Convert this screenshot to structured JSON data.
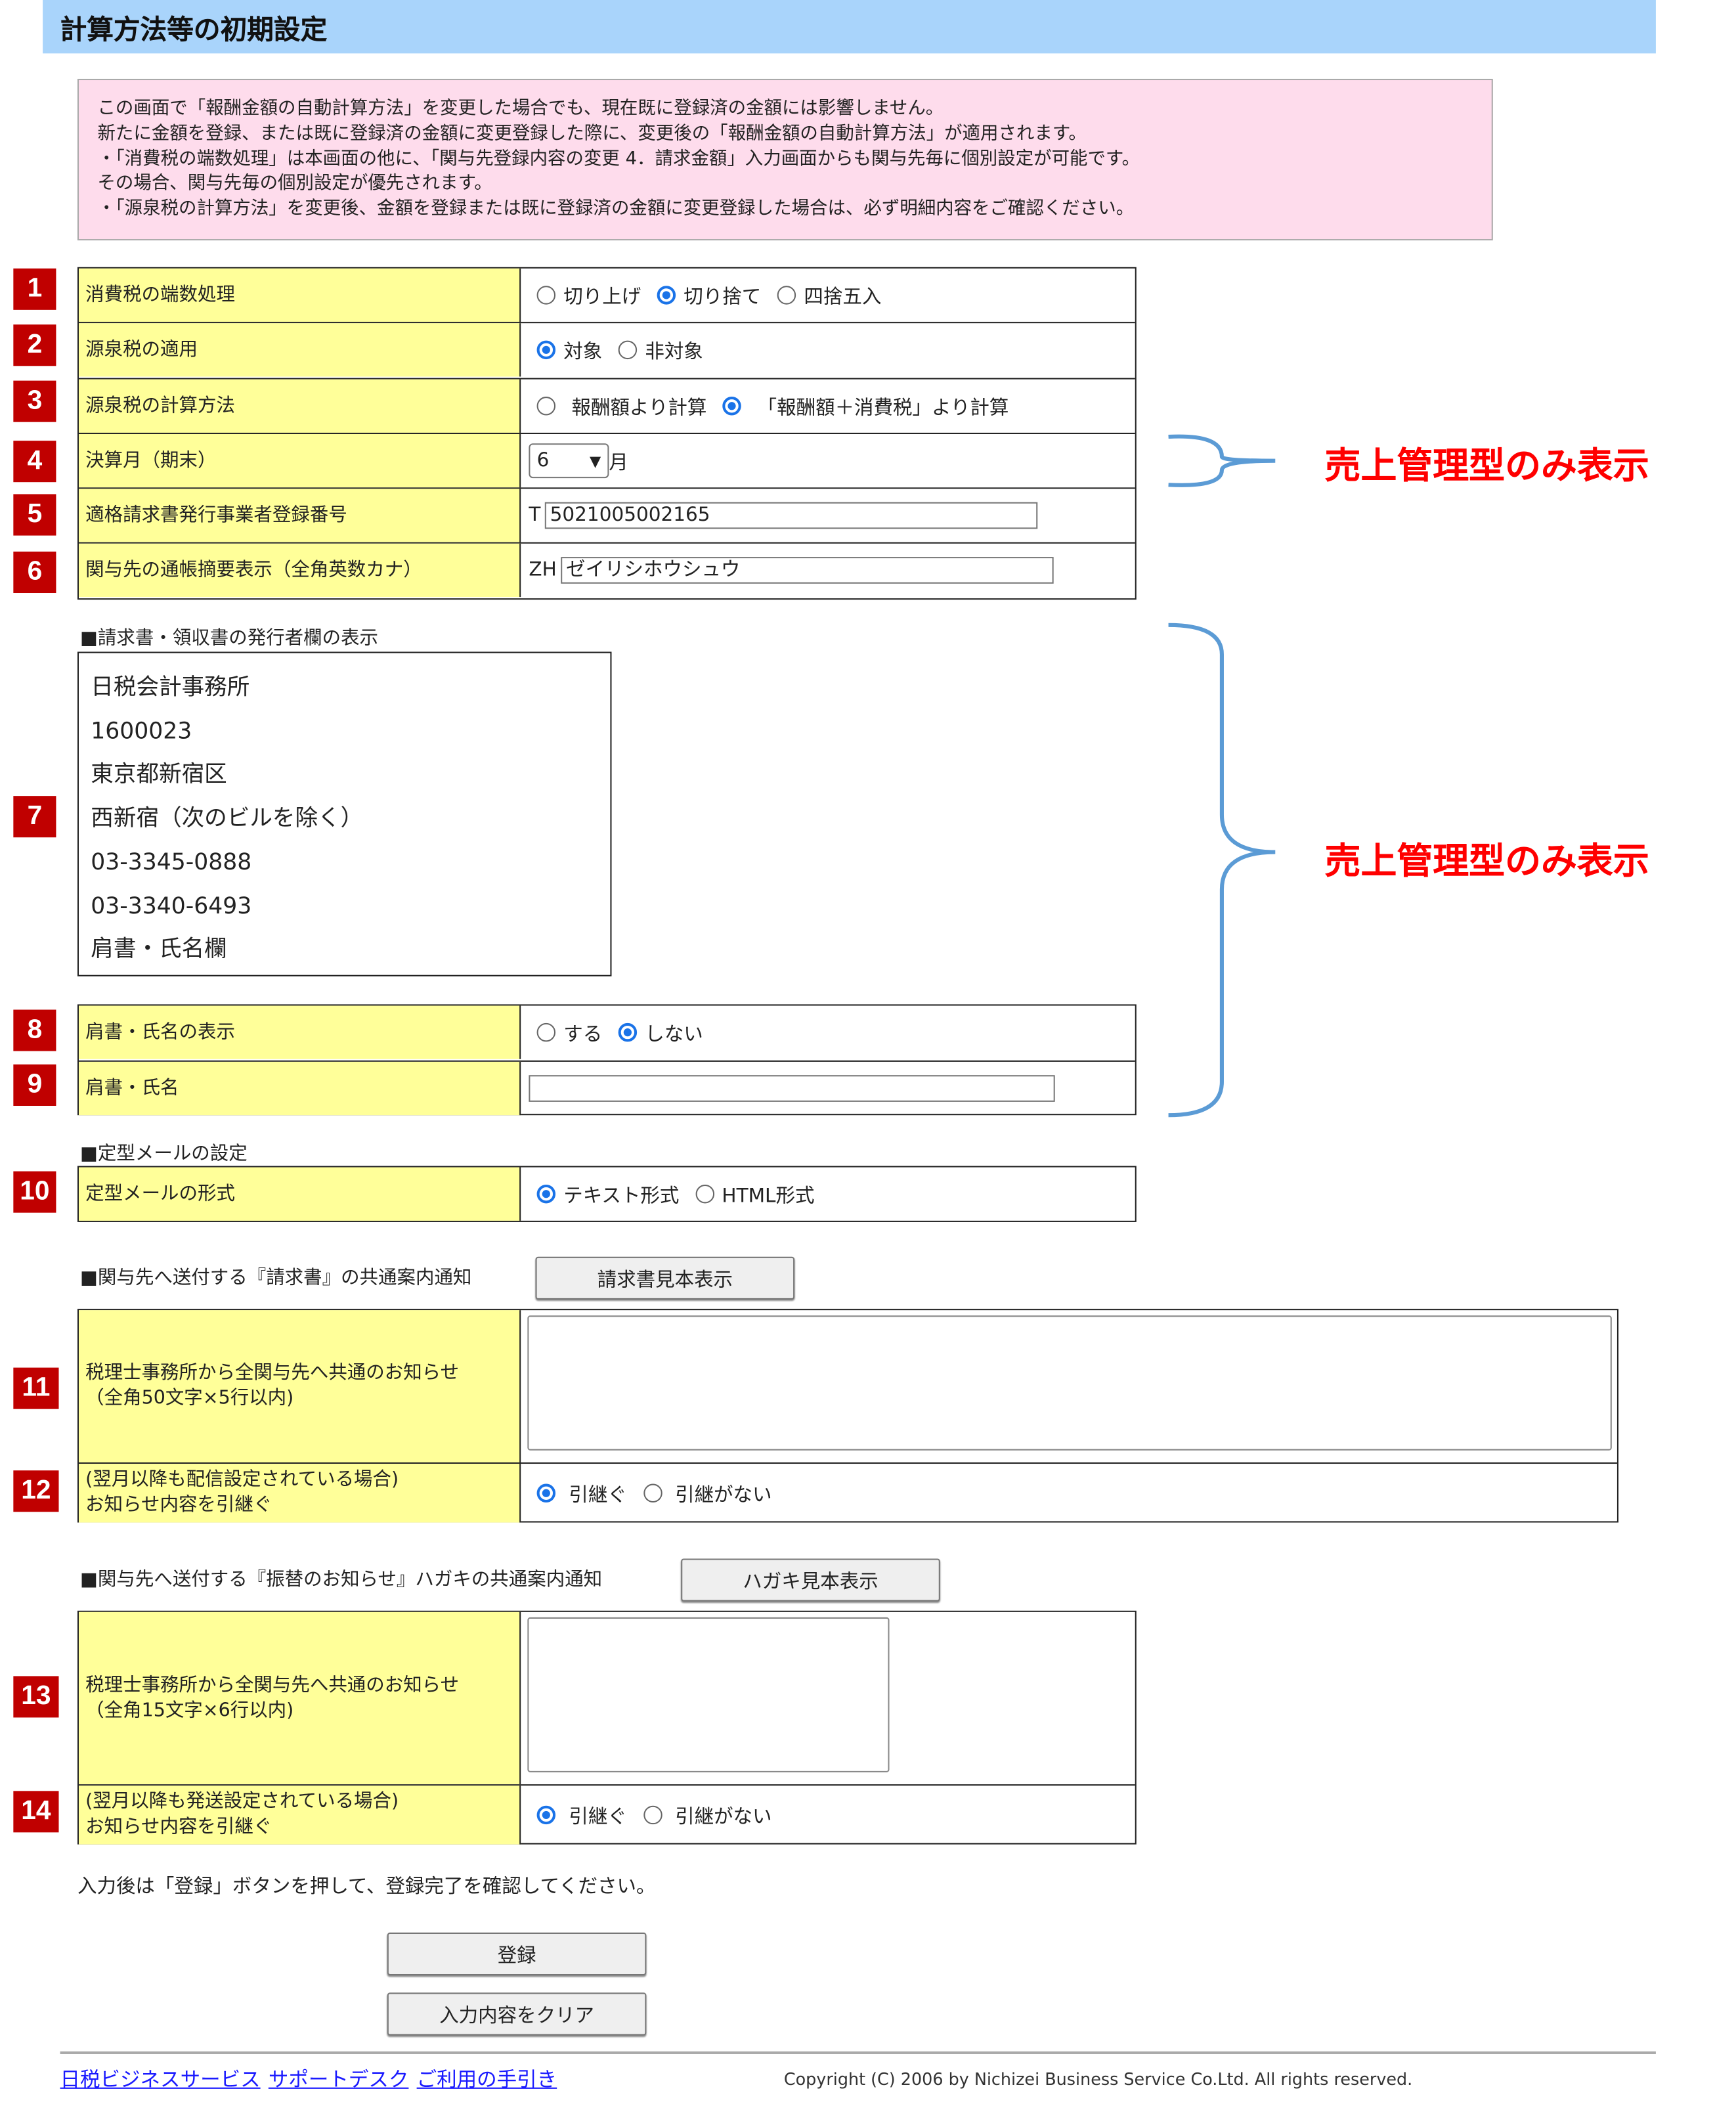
{
  "header": {
    "title": "計算方法等の初期設定"
  },
  "notice": {
    "lines": [
      "この画面で「報酬金額の自動計算方法」を変更した場合でも、現在既に登録済の金額には影響しません。",
      "新たに金額を登録、または既に登録済の金額に変更登録した際に、変更後の「報酬金額の自動計算方法」が適用されます。",
      "・「消費税の端数処理」は本画面の他に、「関与先登録内容の変更 4．請求金額」入力画面からも関与先毎に個別設定が可能です。",
      "その場合、関与先毎の個別設定が優先されます。",
      "・「源泉税の計算方法」を変更後、金額を登録または既に登録済の金額に変更登録した場合は、必ず明細内容をご確認ください。"
    ]
  },
  "badges": [
    "1",
    "2",
    "3",
    "4",
    "5",
    "6",
    "7",
    "8",
    "9",
    "10",
    "11",
    "12",
    "13",
    "14"
  ],
  "settings": {
    "rounding": {
      "label": "消費税の端数処理",
      "options": [
        "切り上げ",
        "切り捨て",
        "四捨五入"
      ],
      "selected": "切り捨て"
    },
    "withholding": {
      "label": "源泉税の適用",
      "options": [
        "対象",
        "非対象"
      ],
      "selected": "対象"
    },
    "withholding_calc": {
      "label": "源泉税の計算方法",
      "options": [
        "報酬額より計算",
        "「報酬額＋消費税」より計算"
      ],
      "selected": "「報酬額＋消費税」より計算"
    },
    "fiscal_month": {
      "label": "決算月（期末）",
      "value": "6",
      "suffix": "月"
    },
    "invoice_no": {
      "label": "適格請求書発行事業者登録番号",
      "prefix": "T",
      "value": "5021005002165"
    },
    "passbook": {
      "label": "関与先の通帳摘要表示（全角英数カナ）",
      "prefix": "ZH",
      "value": "ゼイリシホウシュウ"
    }
  },
  "annotations": {
    "sales_only": "売上管理型のみ表示"
  },
  "issuer": {
    "heading": "■請求書・領収書の発行者欄の表示",
    "lines": [
      "日税会計事務所",
      "1600023",
      "東京都新宿区",
      "西新宿（次のビルを除く）",
      "03-3345-0888",
      "03-3340-6493",
      "肩書・氏名欄"
    ]
  },
  "title_display": {
    "label": "肩書・氏名の表示",
    "options": [
      "する",
      "しない"
    ],
    "selected": "しない"
  },
  "title_name": {
    "label": "肩書・氏名",
    "value": ""
  },
  "mail": {
    "heading": "■定型メールの設定",
    "label": "定型メールの形式",
    "options": [
      "テキスト形式",
      "HTML形式"
    ],
    "selected": "テキスト形式"
  },
  "invoice_notice": {
    "heading": "■関与先へ送付する『請求書』の共通案内通知",
    "button": "請求書見本表示",
    "label1": "税理士事務所から全関与先へ共通のお知らせ",
    "label2": "（全角50文字×5行以内)",
    "value": "",
    "carry_label1": "(翌月以降も配信設定されている場合)",
    "carry_label2": "お知らせ内容を引継ぐ",
    "options": [
      "引継ぐ",
      "引継がない"
    ],
    "selected": "引継ぐ"
  },
  "postcard_notice": {
    "heading": "■関与先へ送付する『振替のお知らせ』ハガキの共通案内通知",
    "button": "ハガキ見本表示",
    "label1": "税理士事務所から全関与先へ共通のお知らせ",
    "label2": "（全角15文字×6行以内)",
    "value": "",
    "carry_label1": "(翌月以降も発送設定されている場合)",
    "carry_label2": "お知らせ内容を引継ぐ",
    "options": [
      "引継ぐ",
      "引継がない"
    ],
    "selected": "引継ぐ"
  },
  "instruction": "入力後は「登録」ボタンを押して、登録完了を確認してください。",
  "buttons": {
    "register": "登録",
    "clear": "入力内容をクリア"
  },
  "footer": {
    "links": [
      "日税ビジネスサービス",
      "サポートデスク",
      "ご利用の手引き"
    ],
    "copyright": "Copyright (C) 2006 by Nichizei Business Service Co.Ltd. All rights reserved."
  },
  "colors": {
    "header": "#a9d4fb",
    "notice": "#fedcec",
    "label": "#ffff99",
    "badge": "#c00000",
    "annotation": "#ff0000",
    "bracket": "#5b9bd5"
  }
}
